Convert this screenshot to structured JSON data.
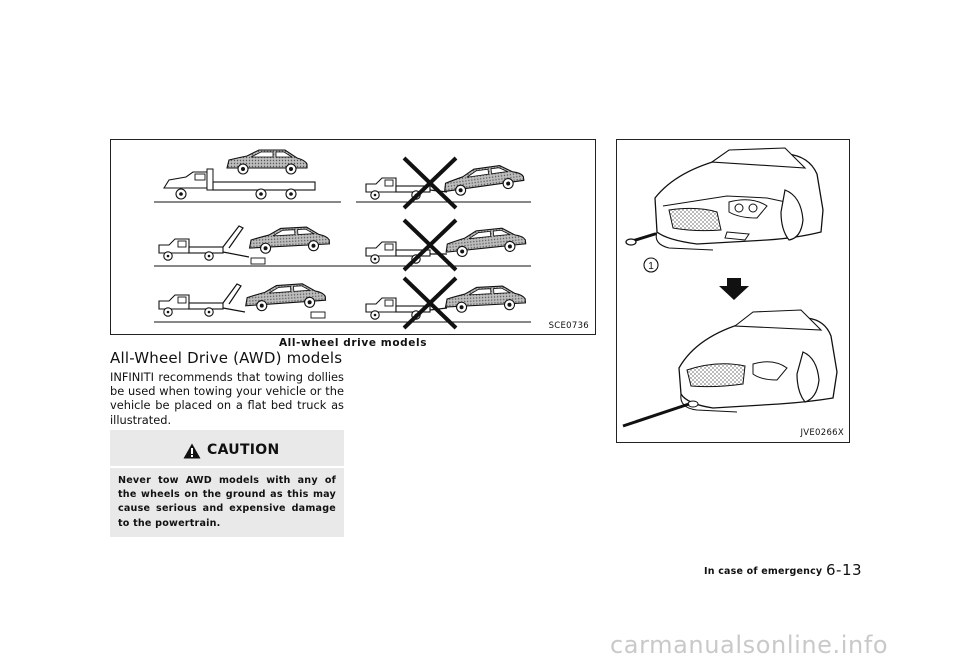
{
  "figure_towing": {
    "code": "SCE0736",
    "caption": "All-wheel drive models"
  },
  "section": {
    "title": "All-Wheel Drive (AWD) models",
    "body": "INFINITI recommends that towing dollies be used when towing your vehicle or the vehicle be placed on a flat bed truck as illustrated."
  },
  "caution": {
    "title": "CAUTION",
    "text": "Never tow AWD models with any of the wheels on the ground as this may cause serious and expensive damage to the powertrain."
  },
  "figure_tow_hook": {
    "code": "JVE0266X",
    "callout": "1"
  },
  "footer": {
    "section_name": "In case of emergency",
    "page_number": "6-13"
  },
  "watermark": {
    "text": "carmanualsonline.info"
  }
}
